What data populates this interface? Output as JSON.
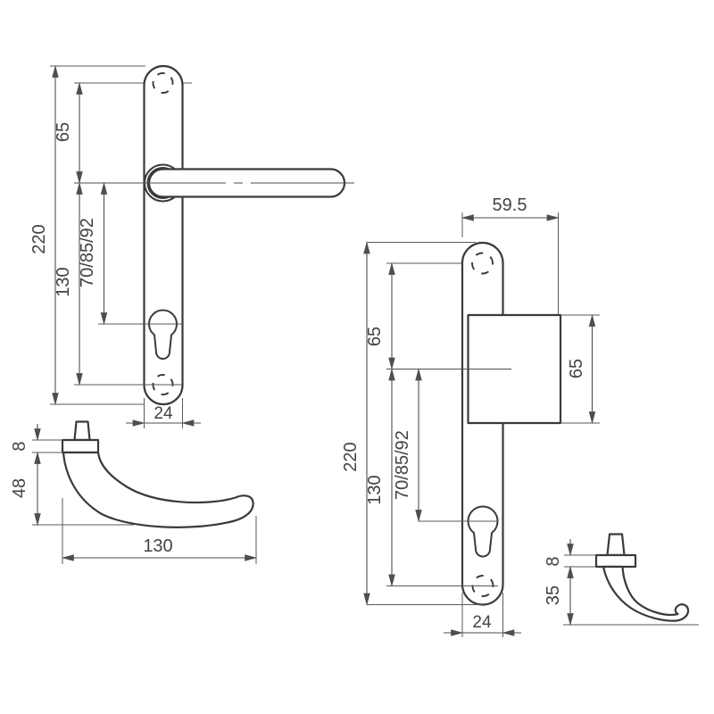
{
  "colors": {
    "background": "#ffffff",
    "object_line": "#3a3a3a",
    "dimension_line": "#4e4e4e",
    "text": "#434343"
  },
  "lever_front": {
    "total_height": "220",
    "top_screw_to_handle": "65",
    "handle_to_bottom_screw": "130",
    "handle_to_cylinder": "70/85/92",
    "plate_width": "24"
  },
  "lever_side": {
    "collar_height": "8",
    "handle_depth": "48",
    "handle_length": "130"
  },
  "pad_front": {
    "pad_width": "59.5",
    "total_height": "220",
    "top_screw_to_pad": "65",
    "pad_height": "65",
    "pad_to_bottom_screw": "130",
    "pad_to_cylinder": "70/85/92",
    "plate_width": "24"
  },
  "pad_side": {
    "collar_height": "8",
    "handle_depth": "35"
  }
}
